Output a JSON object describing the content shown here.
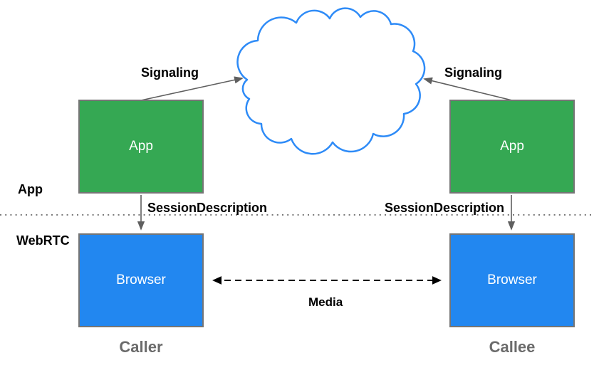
{
  "nodes": {
    "caller_app": {
      "label": "App"
    },
    "callee_app": {
      "label": "App"
    },
    "caller_browser": {
      "label": "Browser"
    },
    "callee_browser": {
      "label": "Browser"
    }
  },
  "edges": {
    "signaling_left": {
      "label": "Signaling"
    },
    "signaling_right": {
      "label": "Signaling"
    },
    "session_left": {
      "label": "SessionDescription"
    },
    "session_right": {
      "label": "SessionDescription"
    },
    "media": {
      "label": "Media"
    }
  },
  "layers": {
    "app": {
      "label": "App"
    },
    "webrtc": {
      "label": "WebRTC"
    }
  },
  "captions": {
    "caller": {
      "label": "Caller"
    },
    "callee": {
      "label": "Callee"
    }
  },
  "colors": {
    "app_box_fill": "#35a853",
    "browser_box_fill": "#2287f0",
    "box_border": "#757575",
    "cloud_stroke": "#2e8bf7",
    "connector_gray": "#5f5f5f",
    "media_arrow": "#000000",
    "divider_dots": "#7a7a7a",
    "node_text": "#ffffff",
    "label_text": "#000000",
    "caption_text": "#6b6b6b"
  }
}
